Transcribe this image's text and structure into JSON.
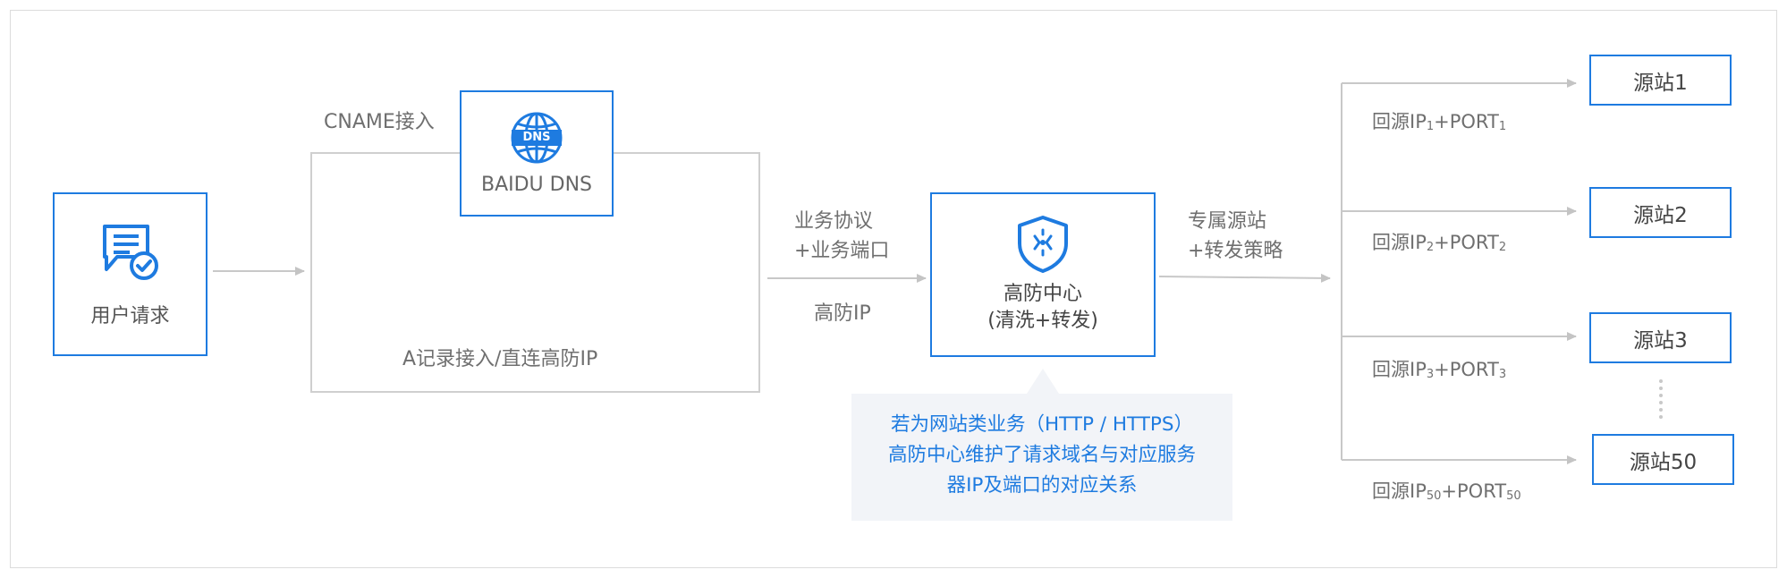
{
  "user_request": {
    "label": "用户请求",
    "icon": "document-check-icon"
  },
  "dns": {
    "icon_text": "DNS",
    "label": "BAIDU DNS",
    "icon": "globe-dns-icon"
  },
  "cname_label": "CNAME接入",
  "a_record_label": "A记录接入/直连高防IP",
  "protocol_label": {
    "line1": "业务协议",
    "line2": "+业务端口"
  },
  "gaofang_ip_label": "高防IP",
  "center": {
    "line1": "高防中心",
    "line2": "(清洗+转发)",
    "icon": "shield-icon"
  },
  "strategy_label": {
    "line1": "专属源站",
    "line2": "+转发策略"
  },
  "note": {
    "line1": "若为网站类业务（HTTP / HTTPS）",
    "line2": "高防中心维护了请求域名与对应服务",
    "line3": "器IP及端口的对应关系"
  },
  "origins": [
    {
      "label": "源站1",
      "port_prefix": "回源IP",
      "ip_sub": "1",
      "port_mid": "+PORT",
      "port_sub": "1"
    },
    {
      "label": "源站2",
      "port_prefix": "回源IP",
      "ip_sub": "2",
      "port_mid": "+PORT",
      "port_sub": "2"
    },
    {
      "label": "源站3",
      "port_prefix": "回源IP",
      "ip_sub": "3",
      "port_mid": "+PORT",
      "port_sub": "3"
    },
    {
      "label": "源站50",
      "port_prefix": "回源IP",
      "ip_sub": "50",
      "port_mid": "+PORT",
      "port_sub": "50"
    }
  ],
  "colors": {
    "accent": "#1e7be0",
    "line": "#c8c8c8",
    "note_bg": "#f2f4f8"
  }
}
